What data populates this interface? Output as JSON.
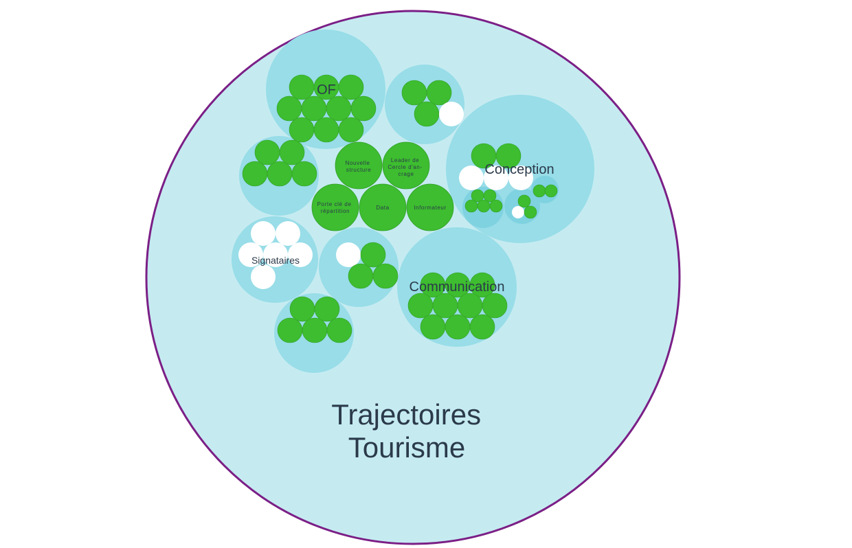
{
  "colors": {
    "outer_fill": "#c5ebf1",
    "outer_stroke": "#7b1f86",
    "group_fill": "#98dde8",
    "subgroup_fill": "#7fd2e0",
    "role_fill": "#3dbd2f",
    "role_stroke": "#339e28",
    "empty_role_fill": "#ffffff",
    "text": "#2b3a4a"
  },
  "diagram": {
    "title_line1": "Trajectoires",
    "title_line2": "Tourisme",
    "groups": {
      "of": {
        "label": "OF"
      },
      "conception": {
        "label": "Conception"
      },
      "communication": {
        "label": "Communication"
      },
      "signataires": {
        "label": "Signataires"
      },
      "core": {
        "roles": [
          {
            "lines": [
              "Nouvelle",
              "structure"
            ]
          },
          {
            "lines": [
              "Leader de",
              "Cercle d'an-",
              "crage"
            ]
          },
          {
            "lines": [
              "Porte clé de",
              "répartition"
            ]
          },
          {
            "lines": [
              "Data"
            ]
          },
          {
            "lines": [
              "Informateur"
            ]
          }
        ]
      }
    }
  }
}
